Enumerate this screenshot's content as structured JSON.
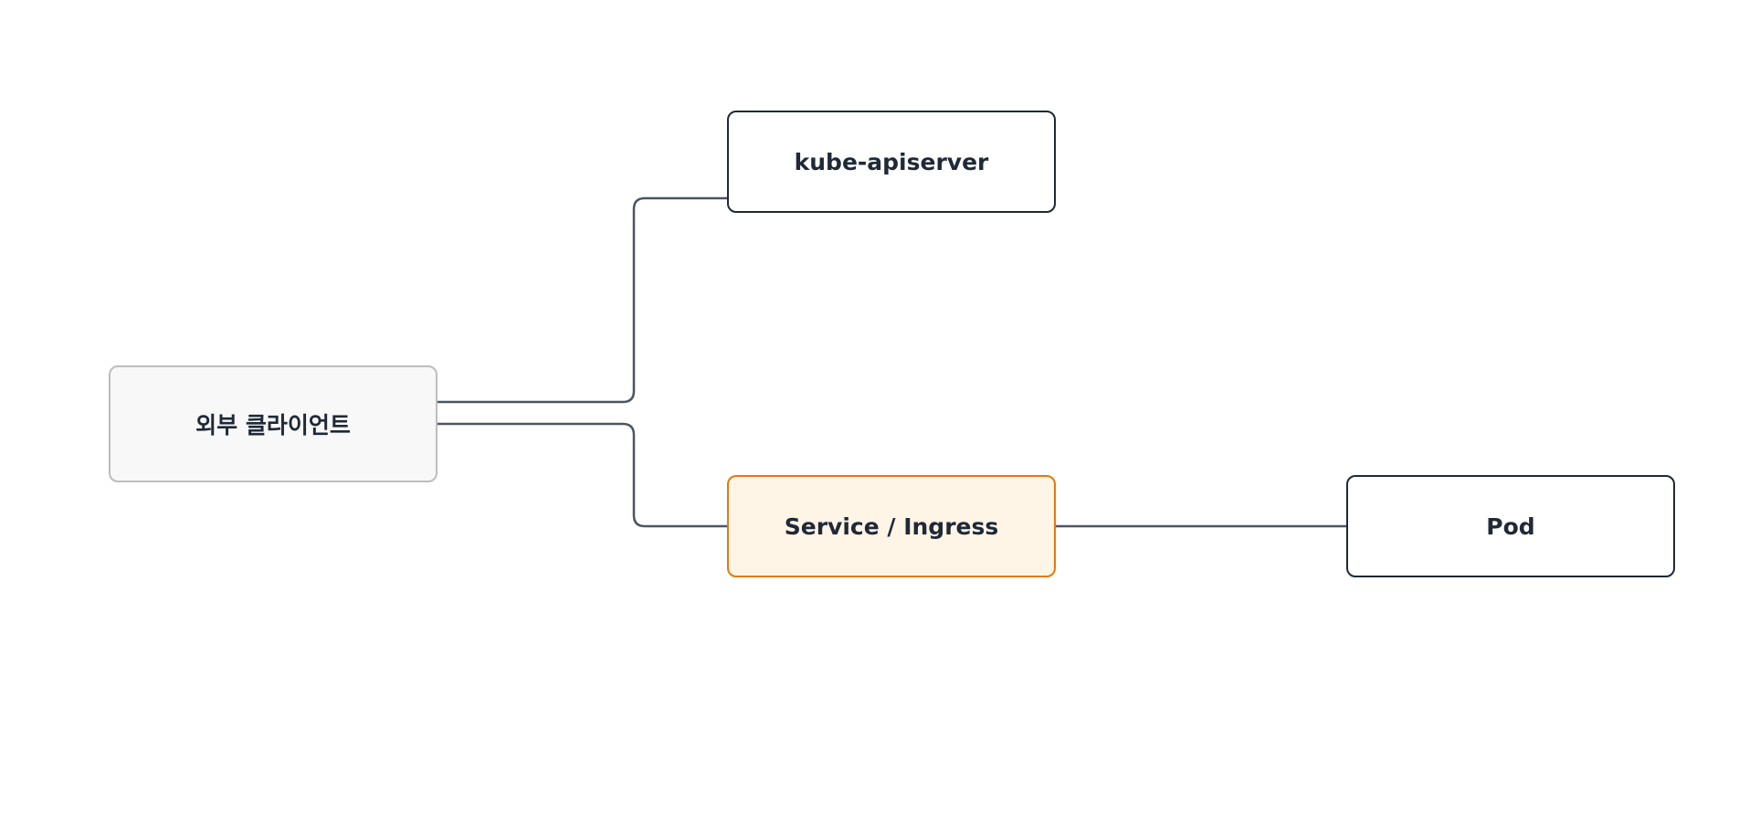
{
  "diagram": {
    "nodes": {
      "client": {
        "label": "외부 클라이언트"
      },
      "apiserver": {
        "label": "kube-apiserver"
      },
      "service": {
        "label": "Service / Ingress"
      },
      "pod": {
        "label": "Pod"
      }
    },
    "edges": [
      {
        "from": "외부 클라이언트",
        "to": "kube-apiserver"
      },
      {
        "from": "외부 클라이언트",
        "to": "Service / Ingress"
      },
      {
        "from": "Service / Ingress",
        "to": "Pod"
      }
    ],
    "colors": {
      "edge": "#4b5563",
      "node_border": "#1f2937",
      "client_fill": "#f8f8f8",
      "client_border": "#bdbdbd",
      "service_fill": "#fef5e7",
      "service_border": "#e5780f",
      "text": "#1f2937"
    }
  }
}
